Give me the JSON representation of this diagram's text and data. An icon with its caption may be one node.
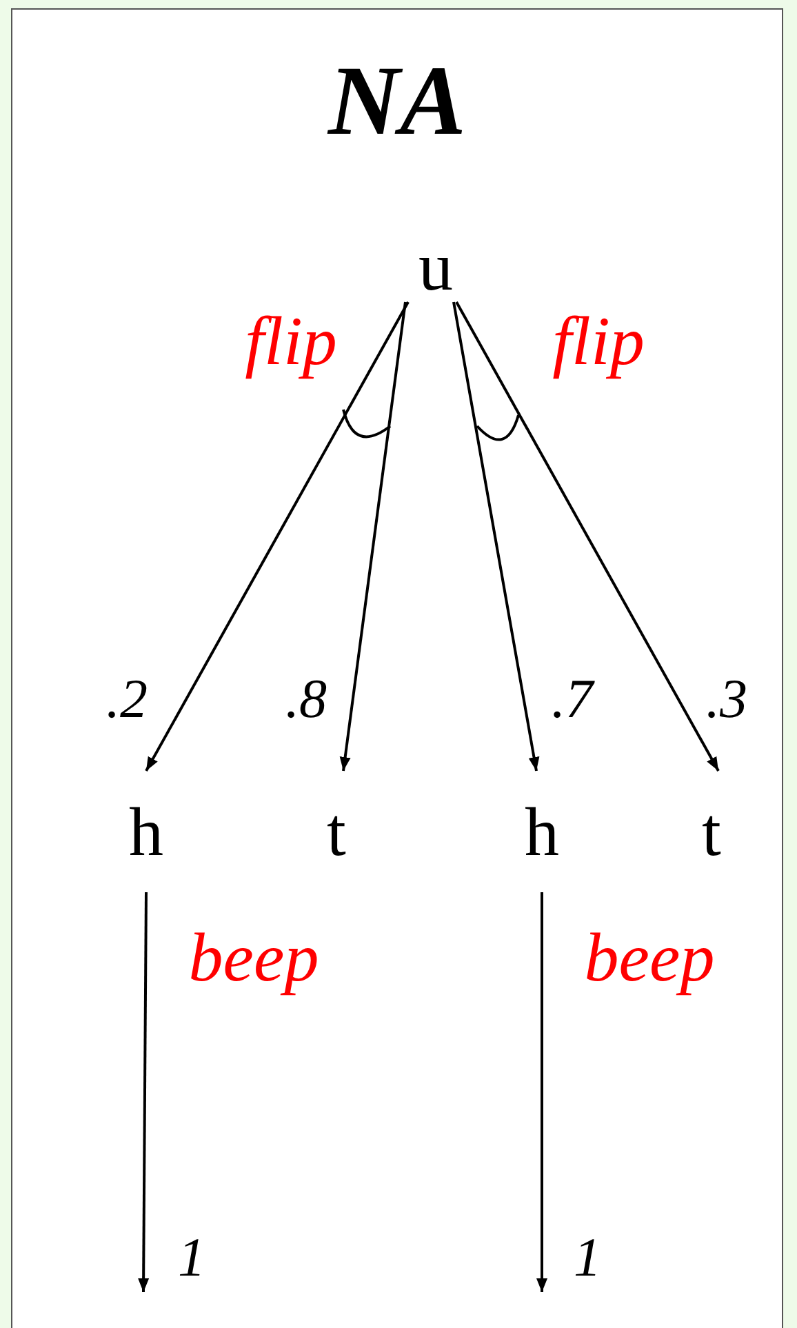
{
  "diagram": {
    "title": "NA",
    "nodes": [
      {
        "text": [
          "u"
        ]
      },
      {
        "text": [
          "h"
        ]
      },
      {
        "text": [
          "t"
        ]
      },
      {
        "text": [
          "h"
        ]
      },
      {
        "text": [
          "t"
        ]
      }
    ],
    "edges": [
      {
        "from": 0,
        "to": 1,
        "arrow": "to",
        "label": ".2"
      },
      {
        "from": 0,
        "to": 2,
        "arrow": "to",
        "label": ".8"
      },
      {
        "from": 0,
        "to": 3,
        "arrow": "to",
        "label": ".7"
      },
      {
        "from": 0,
        "to": 4,
        "arrow": "to",
        "label": ".3"
      },
      {
        "from": 1,
        "to": null,
        "arrow": "to",
        "label": "1"
      },
      {
        "from": 3,
        "to": null,
        "arrow": "to",
        "label": "1"
      }
    ],
    "labels": [
      "flip",
      "flip",
      "beep",
      "beep"
    ]
  }
}
